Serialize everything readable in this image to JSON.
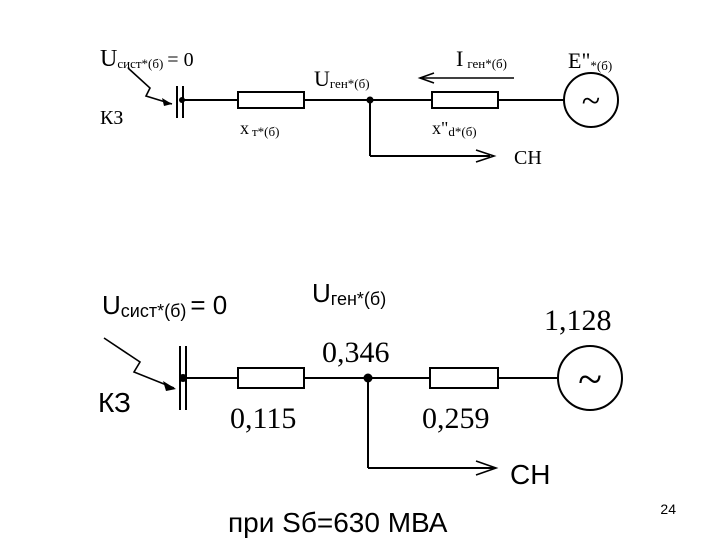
{
  "top_scheme": {
    "u_sys_sym": "U",
    "u_sys_sub": "сист*(б)",
    "u_sys_val": "= 0",
    "i_gen_sym": "I",
    "i_gen_sub": "ген*(б)",
    "e_sym": "E\"",
    "e_sub": "*(б)",
    "u_gen_sym": "U",
    "u_gen_sub": "ген*(б)",
    "fault": "КЗ",
    "x_t_sym": "x",
    "x_t_sub": "т*(б)",
    "x_d_sym": "x\"",
    "x_d_sub": "d*(б)",
    "aux": "СН",
    "source_symbol": "~"
  },
  "bottom_scheme": {
    "u_sys_sym": "U",
    "u_sys_sub": "сист*(б)",
    "u_sys_val": "= 0",
    "u_gen_sym": "U",
    "u_gen_sub": "ген*(б)",
    "e_value": "1,128",
    "u_gen_value": "0,346",
    "fault": "КЗ",
    "x_t_value": "0,115",
    "x_d_value": "0,259",
    "aux": "СН",
    "source_symbol": "~"
  },
  "footer": {
    "base_power": "при Sб=630 МВА",
    "page_number": "24"
  }
}
